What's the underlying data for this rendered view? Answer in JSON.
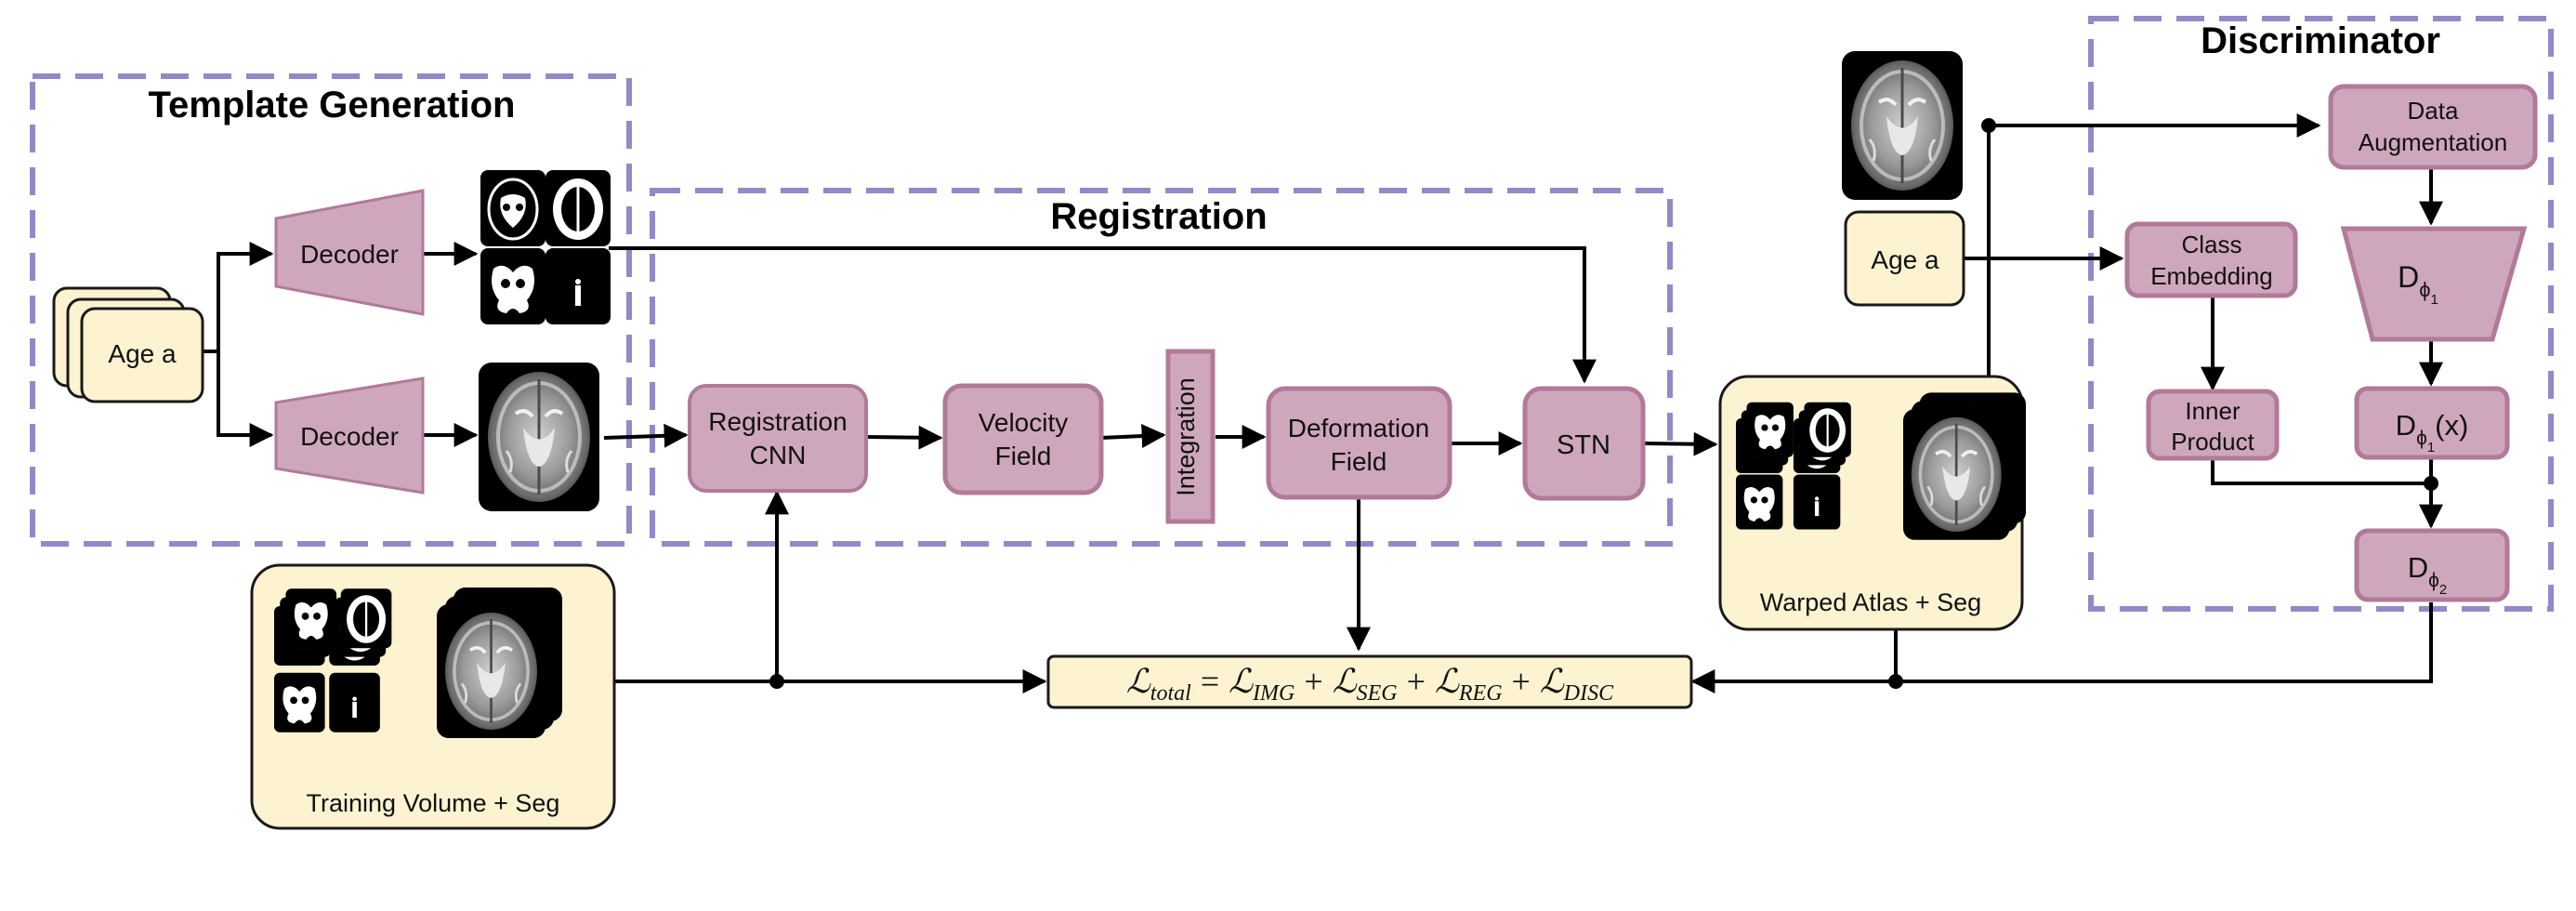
{
  "colors": {
    "box_fill": "#cfa7bd",
    "box_stroke": "#b07a98",
    "input_fill": "#fdf3d0",
    "input_stroke": "#1a1a1a",
    "region_dash": "#9488c8",
    "arrow": "#000000"
  },
  "regions": {
    "template_generation": "Template Generation",
    "registration": "Registration",
    "discriminator": "Discriminator"
  },
  "nodes": {
    "age_input_left": "Age a",
    "decoder_top": "Decoder",
    "decoder_bottom": "Decoder",
    "registration_cnn": [
      "Registration",
      "CNN"
    ],
    "velocity_field": [
      "Velocity",
      "Field"
    ],
    "integration": "Integration",
    "deformation_field": [
      "Deformation",
      "Field"
    ],
    "stn": "STN",
    "warped_atlas": "Warped Atlas + Seg",
    "training_volume": "Training Volume + Seg",
    "age_input_right": "Age a",
    "class_embedding": [
      "Class",
      "Embedding"
    ],
    "inner_product": [
      "Inner",
      "Product"
    ],
    "data_augmentation": [
      "Data",
      "Augmentation"
    ],
    "d_phi1": {
      "base": "D",
      "sub": "ϕ",
      "subsub": "1"
    },
    "d_phi1_x": {
      "base": "D",
      "sub": "ϕ",
      "subsub": "1",
      "tail": "(x)"
    },
    "d_phi2": {
      "base": "D",
      "sub": "ϕ",
      "subsub": "2"
    }
  },
  "loss": {
    "total": {
      "base": "ℒ",
      "sub": "total"
    },
    "equals": "=",
    "plus": "+",
    "terms": [
      {
        "base": "ℒ",
        "sub": "IMG"
      },
      {
        "base": "ℒ",
        "sub": "SEG"
      },
      {
        "base": "ℒ",
        "sub": "REG"
      },
      {
        "base": "ℒ",
        "sub": "DISC"
      }
    ]
  }
}
